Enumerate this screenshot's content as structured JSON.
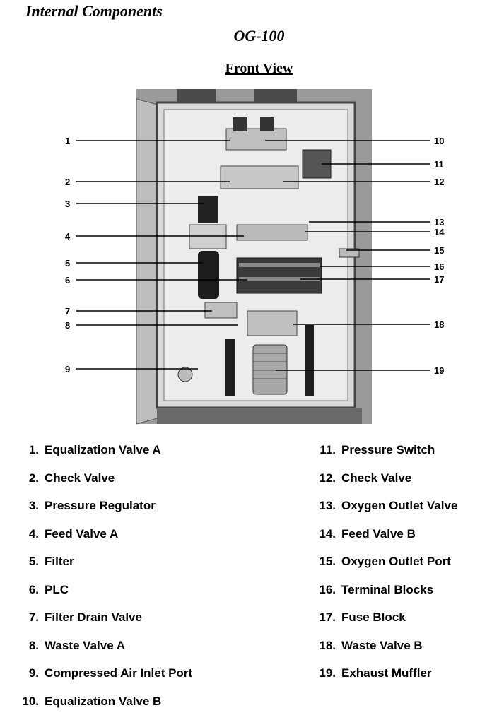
{
  "header": {
    "section_title": "Internal Components",
    "model": "OG-100",
    "view": "Front View"
  },
  "components": [
    {
      "num": "1.",
      "label": "Equalization Valve A"
    },
    {
      "num": "2.",
      "label": "Check Valve"
    },
    {
      "num": "3.",
      "label": "Pressure Regulator"
    },
    {
      "num": "4.",
      "label": "Feed Valve A"
    },
    {
      "num": "5.",
      "label": "Filter"
    },
    {
      "num": "6.",
      "label": "PLC"
    },
    {
      "num": "7.",
      "label": "Filter Drain Valve"
    },
    {
      "num": "8.",
      "label": "Waste Valve A"
    },
    {
      "num": "9.",
      "label": "Compressed Air Inlet Port"
    },
    {
      "num": "10.",
      "label": "Equalization Valve B"
    },
    {
      "num": "11.",
      "label": "Pressure Switch"
    },
    {
      "num": "12.",
      "label": "Check Valve"
    },
    {
      "num": "13.",
      "label": "Oxygen Outlet Valve"
    },
    {
      "num": "14.",
      "label": "Feed Valve B"
    },
    {
      "num": "15.",
      "label": "Oxygen Outlet Port"
    },
    {
      "num": "16.",
      "label": "Terminal Blocks"
    },
    {
      "num": "17.",
      "label": "Fuse Block"
    },
    {
      "num": "18.",
      "label": "Waste Valve B"
    },
    {
      "num": "19.",
      "label": "Exhaust Muffler"
    }
  ],
  "callouts": [
    "1",
    "2",
    "3",
    "4",
    "5",
    "6",
    "7",
    "8",
    "9",
    "10",
    "11",
    "12",
    "13",
    "14",
    "15",
    "16",
    "17",
    "18",
    "19"
  ]
}
